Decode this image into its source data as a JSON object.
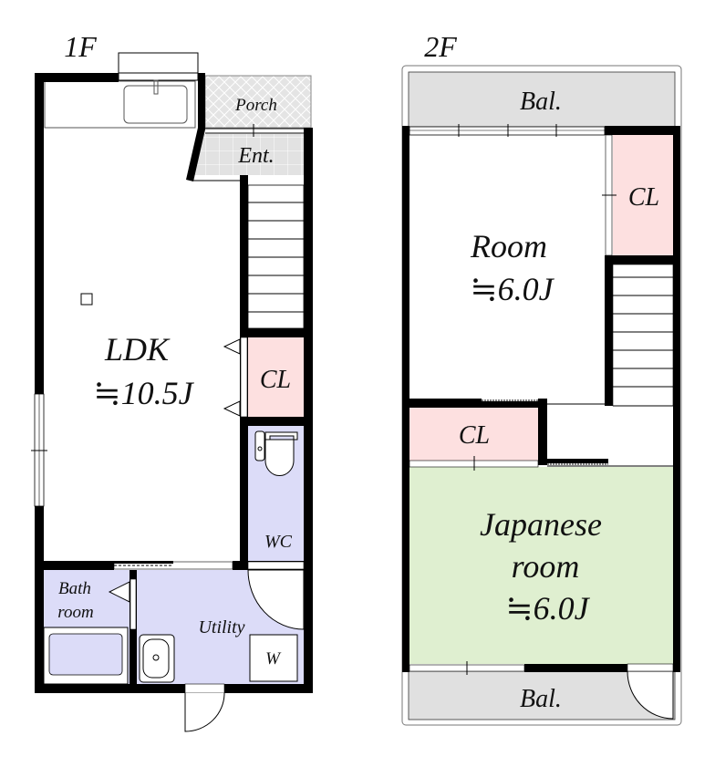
{
  "floors": {
    "first": {
      "title": "1F",
      "rooms": {
        "porch": "Porch",
        "entrance": "Ent.",
        "ldk_name": "LDK",
        "ldk_size": "≒10.5J",
        "closet": "CL",
        "wc": "WC",
        "bath_line1": "Bath",
        "bath_line2": "room",
        "utility": "Utility",
        "washer": "W"
      }
    },
    "second": {
      "title": "2F",
      "rooms": {
        "balcony_top": "Bal.",
        "room_name": "Room",
        "room_size": "≒6.0J",
        "closet_upper": "CL",
        "closet_lower": "CL",
        "japanese_line1": "Japanese",
        "japanese_line2": "room",
        "japanese_size": "≒6.0J",
        "balcony_bottom": "Bal."
      }
    }
  },
  "colors": {
    "closet": "#fde0e0",
    "wet_area": "#dcdcf8",
    "japanese_room": "#dfefd0",
    "balcony": "#e0e0e0"
  }
}
